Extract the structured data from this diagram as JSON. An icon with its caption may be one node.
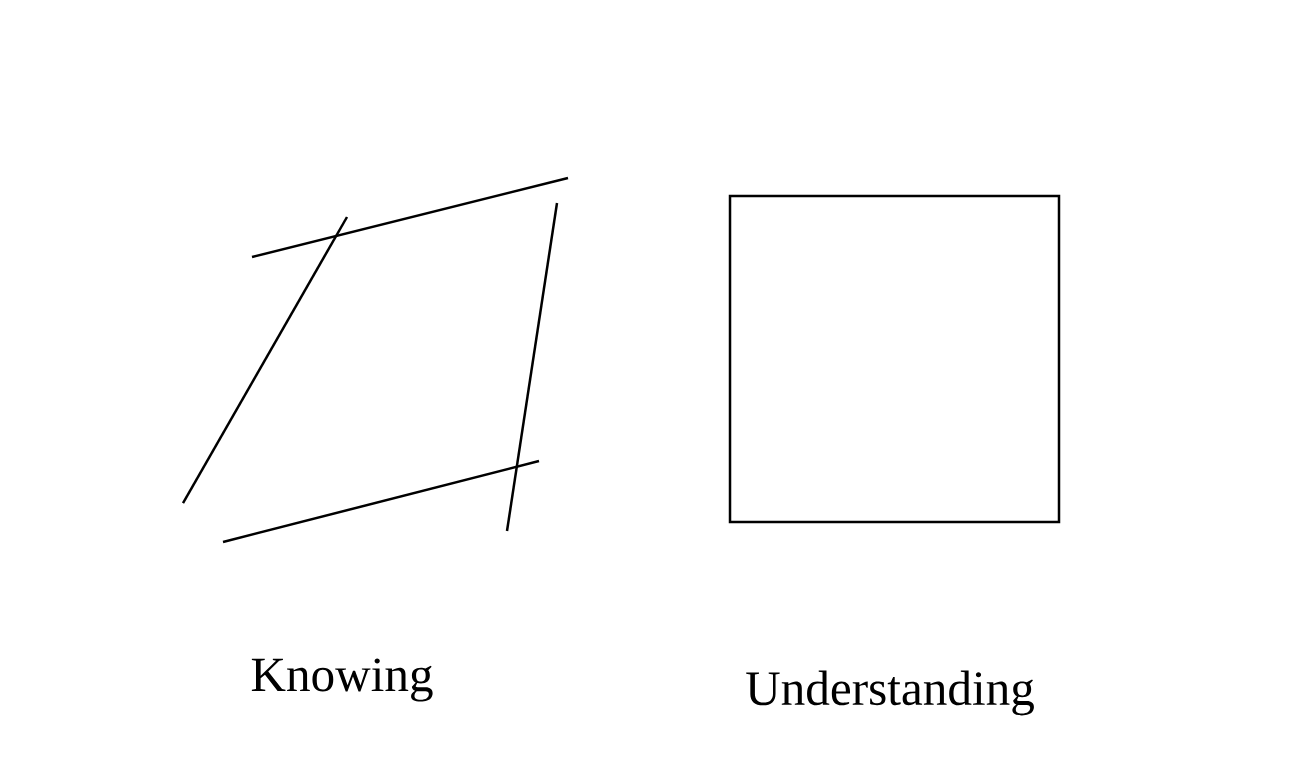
{
  "diagram": {
    "nodes": [
      {
        "text": [],
        "shape": "picture",
        "beside": [
          "Knowing"
        ]
      },
      {
        "text": [],
        "shape": "box",
        "beside": [
          "Understanding"
        ]
      }
    ]
  }
}
